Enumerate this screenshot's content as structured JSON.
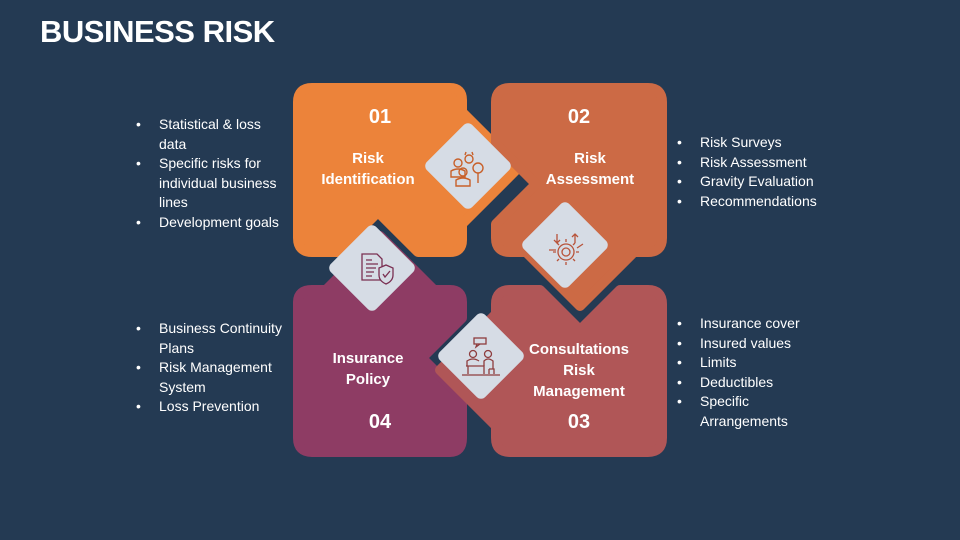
{
  "title": "BUSINESS RISK",
  "colors": {
    "background": "#243a53",
    "step1": "#ec833a",
    "step2": "#cc6a45",
    "step3": "#b05657",
    "step4": "#8e3c64",
    "icon_tile": "#d6dce5"
  },
  "steps": [
    {
      "number": "01",
      "label_line1": "Risk",
      "label_line2": "Identification",
      "icon": "people-magnifier-icon",
      "bullets": [
        "Statistical & loss data",
        "Specific risks for individual business lines",
        "Development goals"
      ]
    },
    {
      "number": "02",
      "label_line1": "Risk",
      "label_line2": "Assessment",
      "icon": "gear-arrows-icon",
      "bullets": [
        "Risk Surveys",
        "Risk Assessment",
        "Gravity Evaluation",
        "Recommendations"
      ]
    },
    {
      "number": "03",
      "label_line1": "Consultations",
      "label_line2": "Risk",
      "label_line3": "Management",
      "icon": "consultation-meeting-icon",
      "bullets": [
        "Insurance cover",
        "Insured values",
        "Limits",
        "Deductibles",
        "Specific Arrangements"
      ]
    },
    {
      "number": "04",
      "label_line1": "Insurance",
      "label_line2": "Policy",
      "icon": "document-shield-icon",
      "bullets": [
        "Business Continuity Plans",
        "Risk Management System",
        "Loss Prevention"
      ]
    }
  ]
}
